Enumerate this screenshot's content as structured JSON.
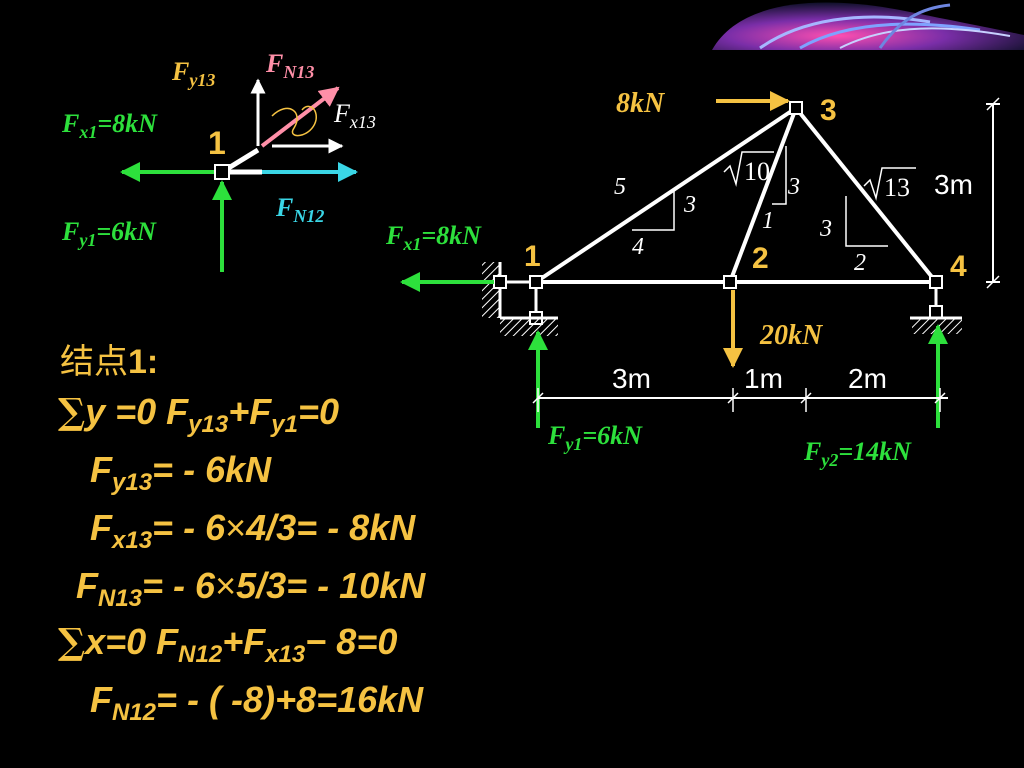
{
  "colors": {
    "yellow": "#f5c242",
    "green": "#2de03c",
    "white": "#ffffff",
    "pink": "#ff8fa8",
    "cyan": "#3ad6e6"
  },
  "fbd": {
    "node": "1",
    "fy13": {
      "main": "F",
      "sub": "y13"
    },
    "fn13": {
      "main": "F",
      "sub": "N13"
    },
    "fx13": {
      "main": "F",
      "sub": "x13"
    },
    "fx1": {
      "main": "F",
      "sub": "x1",
      "value": "=8kN"
    },
    "fy1": {
      "main": "F",
      "sub": "y1",
      "value": "=6kN"
    },
    "fn12": {
      "main": "F",
      "sub": "N12"
    }
  },
  "truss": {
    "nodes": [
      "1",
      "2",
      "3",
      "4"
    ],
    "load_top": "8kN",
    "load_bottom": "20kN",
    "fx1": {
      "main": "F",
      "sub": "x1",
      "value": "=8kN"
    },
    "fy1": {
      "main": "F",
      "sub": "y1",
      "value": "=6kN"
    },
    "fy2": {
      "main": "F",
      "sub": "y2",
      "value": "=14kN"
    },
    "triangle_left": {
      "hyp": "5",
      "vert": "3",
      "horiz": "4"
    },
    "triangle_mid": {
      "sqrt_num": "10",
      "vert": "3",
      "horiz": "1"
    },
    "triangle_right": {
      "sqrt_num": "13",
      "vert": "3",
      "horiz": "2"
    },
    "dim_height": "3m",
    "dims": [
      "3m",
      "1m",
      "2m"
    ]
  },
  "solution": {
    "heading_cn": "结点",
    "heading_num": "1:",
    "line1": {
      "sigma": "∑",
      "a": "y =0   F",
      "a_sub": "y13",
      "b": "+F",
      "b_sub": "y1",
      "c": "=0"
    },
    "line2": {
      "a": "F",
      "a_sub": "y13",
      "b": "= - 6kN"
    },
    "line3": {
      "a": "F",
      "a_sub": "x13",
      "b": "= - 6",
      "times": "×",
      "c": "4/3= - 8kN"
    },
    "line4": {
      "a": "F",
      "a_sub": "N13",
      "b": "= - 6",
      "times": "×",
      "c": "5/3= - 10kN"
    },
    "line5": {
      "sigma": "∑",
      "a": "x=0  F",
      "a_sub": "N12",
      "b": "+F",
      "b_sub": "x13",
      "c": "− 8=0"
    },
    "line6": {
      "a": "F",
      "a_sub": "N12",
      "b": "= - ( -8)+8=16kN"
    }
  }
}
